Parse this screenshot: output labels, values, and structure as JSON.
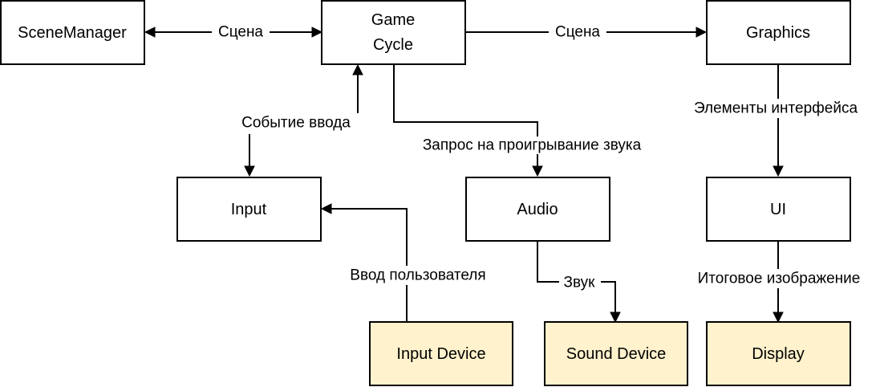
{
  "colors": {
    "process_fill": "#ffffff",
    "device_fill": "#fff2cc",
    "device_stroke": "#d6b656",
    "line": "#000000"
  },
  "nodes": {
    "scene_manager": "SceneManager",
    "game_cycle_line1": "Game",
    "game_cycle_line2": "Cycle",
    "graphics": "Graphics",
    "input": "Input",
    "audio": "Audio",
    "ui": "UI",
    "input_device": "Input Device",
    "sound_device": "Sound Device",
    "display": "Display"
  },
  "edges": {
    "scene_manager_game_cycle": "Сцена",
    "game_cycle_graphics": "Сцена",
    "input_event": "Событие ввода",
    "sound_request": "Запрос на проигрывание звука",
    "ui_elements": "Элементы интерфейса",
    "user_input": "Ввод пользователя",
    "sound": "Звук",
    "final_image": "Итоговое изображение"
  }
}
